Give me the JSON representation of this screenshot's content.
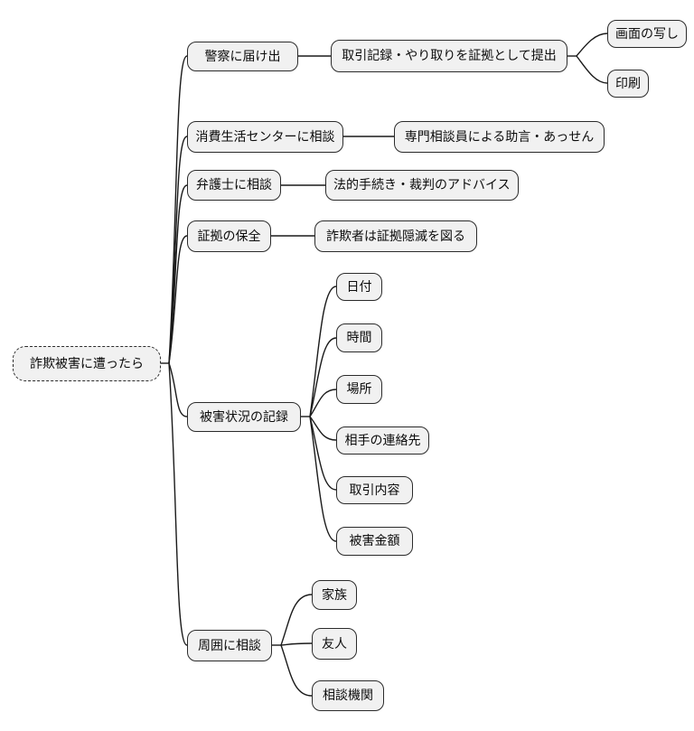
{
  "colors": {
    "background": "#ffffff",
    "node_fill": "#f1f1f1",
    "node_border": "#2b2b2b",
    "connector": "#1a1a1a",
    "text": "#0c0c0c"
  },
  "mindmap": {
    "root": {
      "label": "詐欺被害に遭ったら",
      "children": [
        {
          "label": "警察に届け出",
          "children": [
            {
              "label": "取引記録・やり取りを証拠として提出",
              "children": [
                {
                  "label": "画面の写し",
                  "children": []
                },
                {
                  "label": "印刷",
                  "children": []
                }
              ]
            }
          ]
        },
        {
          "label": "消費生活センターに相談",
          "children": [
            {
              "label": "専門相談員による助言・あっせん",
              "children": []
            }
          ]
        },
        {
          "label": "弁護士に相談",
          "children": [
            {
              "label": "法的手続き・裁判のアドバイス",
              "children": []
            }
          ]
        },
        {
          "label": "証拠の保全",
          "children": [
            {
              "label": "詐欺者は証拠隠滅を図る",
              "children": []
            }
          ]
        },
        {
          "label": "被害状況の記録",
          "children": [
            {
              "label": "日付",
              "children": []
            },
            {
              "label": "時間",
              "children": []
            },
            {
              "label": "場所",
              "children": []
            },
            {
              "label": "相手の連絡先",
              "children": []
            },
            {
              "label": "取引内容",
              "children": []
            },
            {
              "label": "被害金額",
              "children": []
            }
          ]
        },
        {
          "label": "周囲に相談",
          "children": [
            {
              "label": "家族",
              "children": []
            },
            {
              "label": "友人",
              "children": []
            },
            {
              "label": "相談機関",
              "children": []
            }
          ]
        }
      ]
    }
  }
}
